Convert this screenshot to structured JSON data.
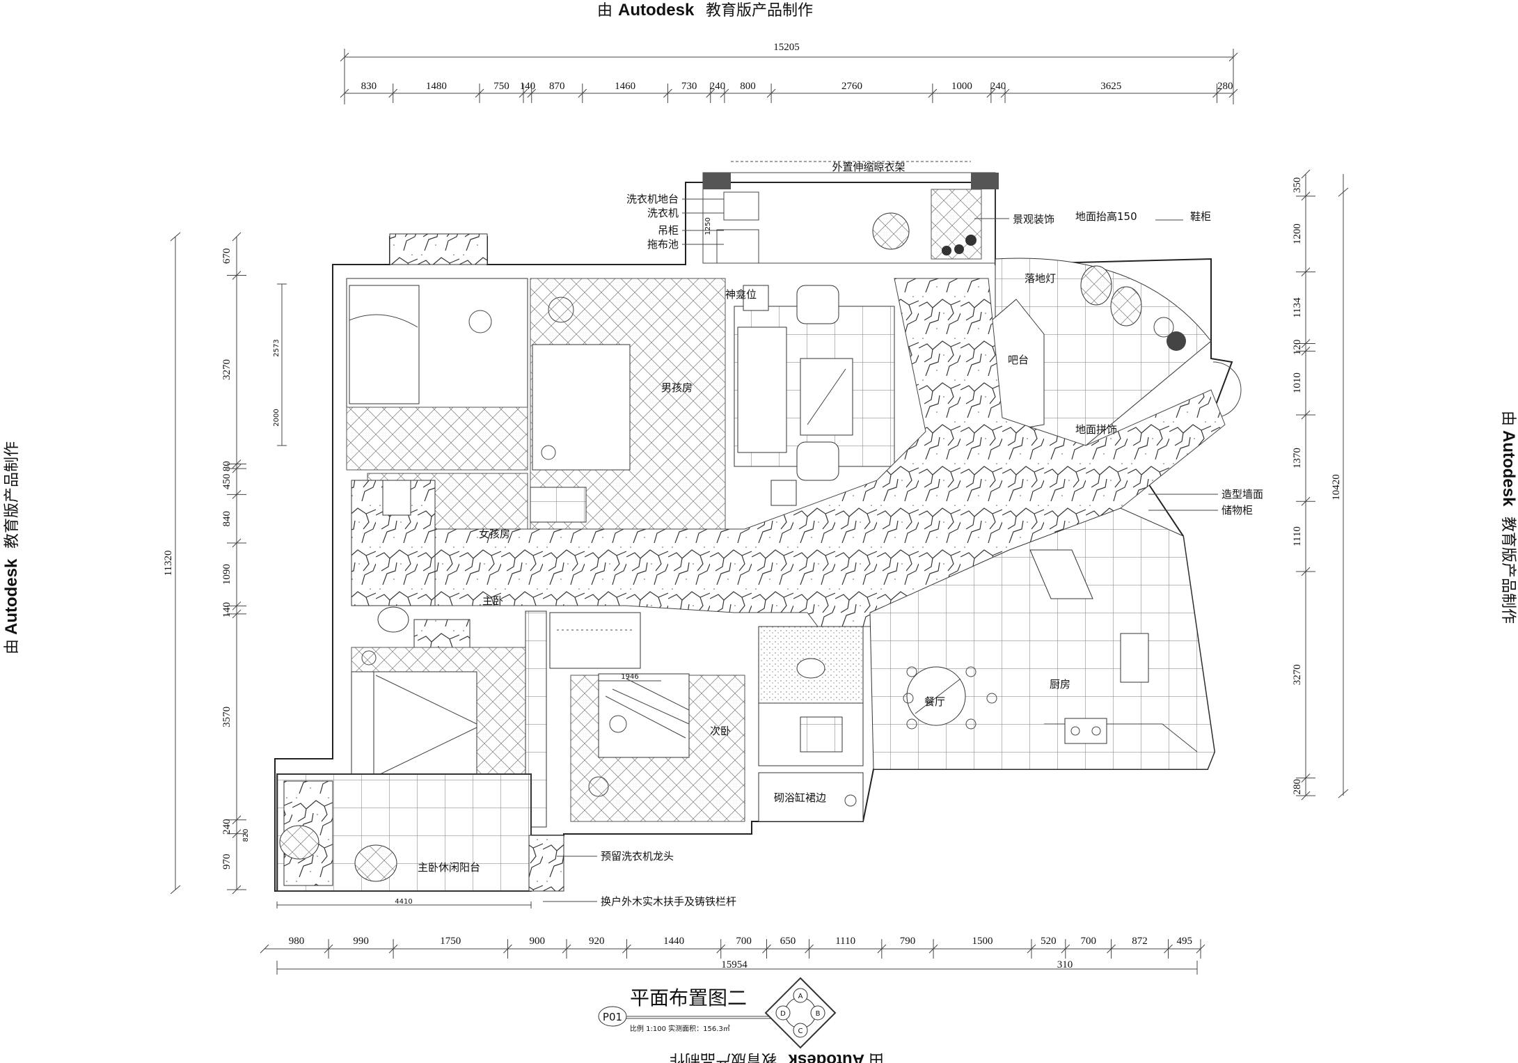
{
  "watermark": {
    "prefix": "由",
    "brand": "Autodesk",
    "suffix": "教育版产品制作"
  },
  "dimensions": {
    "top_total": "15205",
    "top_segments": [
      "830",
      "1480",
      "750",
      "140",
      "870",
      "1460",
      "730",
      "240",
      "800",
      "2760",
      "1000",
      "240",
      "3625",
      "280"
    ],
    "bottom_total": "15954",
    "bottom_segments": [
      "980",
      "990",
      "1750",
      "900",
      "920",
      "1440",
      "700",
      "650",
      "1110",
      "790",
      "1500",
      "520",
      "700",
      "872",
      "495"
    ],
    "bottom_extra": "310",
    "left_total": "11320",
    "left_segments": [
      "670",
      "3270",
      "80",
      "450",
      "840",
      "1090",
      "140",
      "3570",
      "240",
      "970"
    ],
    "right_total": "10420",
    "right_segments": [
      "350",
      "1200",
      "1134",
      "120",
      "1010",
      "1370",
      "1110",
      "3270",
      "280"
    ],
    "inner_left_1": "2573",
    "inner_left_2": "2000",
    "inner_bottom": "4410",
    "inner_wardrobe": "1946",
    "inner_bottom_left": "820",
    "inner_small": "1250"
  },
  "labels": {
    "drying_rack": "外置伸缩晾衣架",
    "washer_platform": "洗衣机地台",
    "washer": "洗衣机",
    "wall_cabinet": "吊柜",
    "mop_pool": "拖布池",
    "landscape": "景观装饰",
    "floor_raise": "地面抬高150",
    "shoe_cabinet": "鞋柜",
    "shrine": "神龛位",
    "floor_lamp": "落地灯",
    "bar": "吧台",
    "boys_room": "男孩房",
    "floor_mosaic": "地面拼饰",
    "feature_wall": "造型墙面",
    "storage": "储物柜",
    "girls_room": "女孩房",
    "master": "主卧",
    "dining": "餐厅",
    "kitchen": "厨房",
    "second_bedroom": "次卧",
    "bathtub": "砌浴缸裙边",
    "master_balcony": "主卧休闲阳台",
    "reserve_faucet": "预留洗衣机龙头",
    "railing": "换户外木实木扶手及铸铁栏杆"
  },
  "title_block": {
    "code": "P01",
    "title": "平面布置图二",
    "scale": "比例 1:100  实测面积：156.3㎡",
    "compass": [
      "A",
      "B",
      "C",
      "D"
    ]
  }
}
